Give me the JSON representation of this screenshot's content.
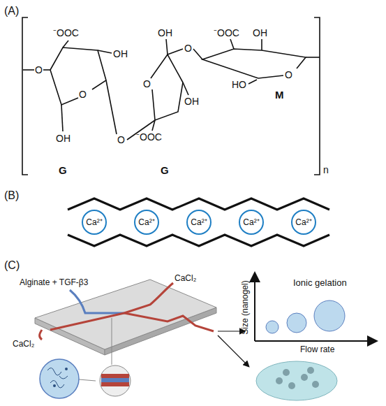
{
  "diagram": {
    "nodes": [
      {
        "text": [
          "Ca²⁺"
        ]
      },
      {
        "text": [
          "Ca²⁺"
        ]
      },
      {
        "text": [
          "Ca²⁺"
        ]
      },
      {
        "text": [
          "Ca²⁺"
        ]
      },
      {
        "text": [
          "Ca²⁺"
        ]
      }
    ],
    "labels": [
      "(A)",
      "⁻OOC",
      "OH",
      "O",
      "O",
      "OH",
      "G",
      "O",
      "OH",
      "O",
      "O",
      "OH",
      "⁻OOC",
      "G",
      "⁻OOC",
      "OH",
      "O",
      "HO",
      "M",
      "n",
      "(B)",
      "(C)",
      "Alginate + TGF-β3",
      "CaCl₂",
      "CaCl₂",
      "Ionic gelation",
      "Size (nanogel)",
      "Flow rate"
    ]
  }
}
